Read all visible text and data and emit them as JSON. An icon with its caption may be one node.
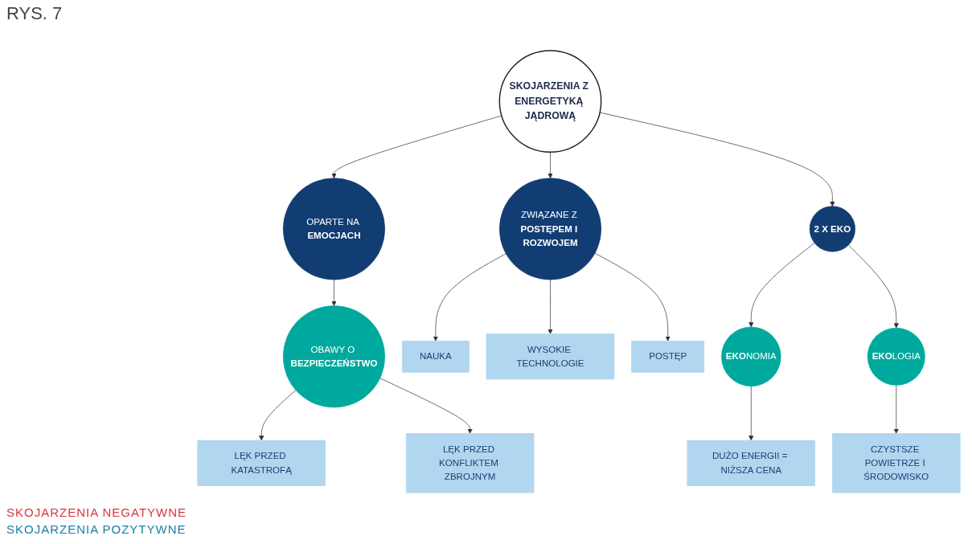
{
  "diagram": {
    "title": "RYS. 7",
    "nodes": [
      {
        "text": [
          "SKOJARZENIA Z ENERGETYKĄ JĄDROWĄ"
        ]
      },
      {
        "text": [
          "OPARTE NA **EMOCJACH**"
        ]
      },
      {
        "text": [
          "OBAWY O **BEZPIECZEŃSTWO**"
        ]
      },
      {
        "text": [
          "LĘK PRZED KATASTROFĄ"
        ]
      },
      {
        "text": [
          "LĘK PRZED KONFLIKTEM ZBROJNYM"
        ]
      },
      {
        "text": [
          "ZWIĄZANE Z **POSTĘPEM I ROZWOJEM**"
        ]
      },
      {
        "text": [
          "NAUKA"
        ]
      },
      {
        "text": [
          "WYSOKIE TECHNOLOGIE"
        ]
      },
      {
        "text": [
          "POSTĘP"
        ]
      },
      {
        "text": [
          "2 X EKO"
        ]
      },
      {
        "text": [
          "**EKO**NOMIA"
        ]
      },
      {
        "text": [
          "DUŻO ENERGII = NIŻSZA CENA"
        ]
      },
      {
        "text": [
          "**EKO**LOGIA"
        ]
      },
      {
        "text": [
          "CZYSTSZE POWIETRZE I ŚRODOWISKO"
        ]
      }
    ],
    "edges": [
      {
        "from": 0,
        "to": 1,
        "arrow": "to"
      },
      {
        "from": 0,
        "to": 5,
        "arrow": "to"
      },
      {
        "from": 0,
        "to": 9,
        "arrow": "to"
      },
      {
        "from": 1,
        "to": 2,
        "arrow": "to"
      },
      {
        "from": 2,
        "to": 3,
        "arrow": "to"
      },
      {
        "from": 2,
        "to": 4,
        "arrow": "to"
      },
      {
        "from": 5,
        "to": 6,
        "arrow": "to"
      },
      {
        "from": 5,
        "to": 7,
        "arrow": "to"
      },
      {
        "from": 5,
        "to": 8,
        "arrow": "to"
      },
      {
        "from": 9,
        "to": 10,
        "arrow": "to"
      },
      {
        "from": 10,
        "to": 11,
        "arrow": "to"
      },
      {
        "from": 9,
        "to": 12,
        "arrow": "to"
      },
      {
        "from": 12,
        "to": 13,
        "arrow": "to"
      }
    ],
    "labels": [
      "SKOJARZENIA NEGATYWNE",
      "SKOJARZENIA POZYTYWNE"
    ]
  }
}
